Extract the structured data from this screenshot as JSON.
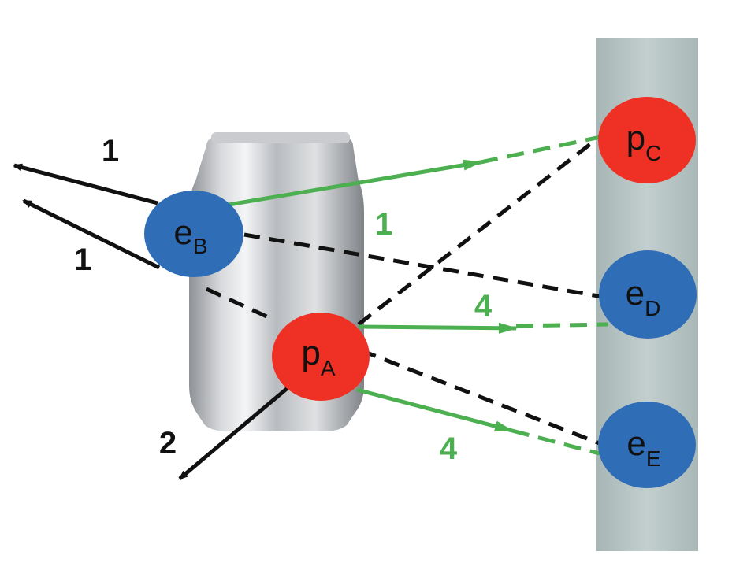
{
  "colors": {
    "proton": "#ee3124",
    "electron": "#2f6db7",
    "green": "#4caf50",
    "black": "#111111",
    "wall": "#b4c2c2"
  },
  "nodes": {
    "pA": {
      "letter": "p",
      "sub": "A",
      "kind": "proton"
    },
    "eB": {
      "letter": "e",
      "sub": "B",
      "kind": "electron"
    },
    "pC": {
      "letter": "p",
      "sub": "C",
      "kind": "proton"
    },
    "eD": {
      "letter": "e",
      "sub": "D",
      "kind": "electron"
    },
    "eE": {
      "letter": "e",
      "sub": "E",
      "kind": "electron"
    }
  },
  "labels": {
    "eB_arrow_top": "1",
    "eB_arrow_bottom": "1",
    "pA_arrow": "2",
    "eB_to_pC": "1",
    "pA_to_eD": "4",
    "pA_to_eE": "4"
  }
}
